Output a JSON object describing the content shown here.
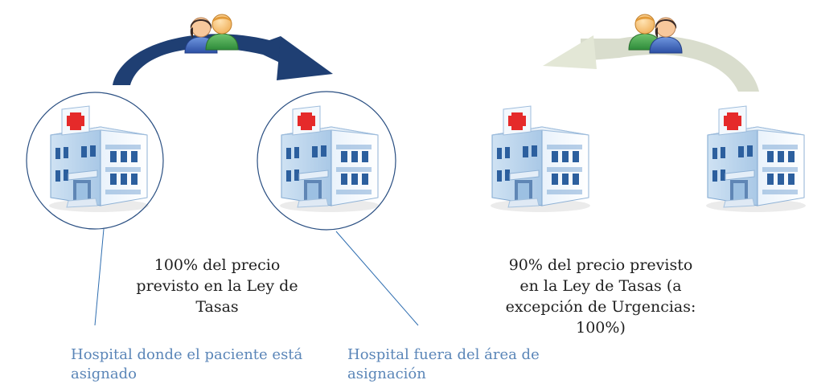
{
  "captions": {
    "left_price": "100% del precio previsto en la Ley de Tasas",
    "right_price": "90% del precio previsto en la Ley de Tasas (a excepción de Urgencias: 100%)"
  },
  "labels": {
    "assigned_hospital": "Hospital donde el paciente está asignado",
    "outside_hospital": "Hospital fuera del área de asignación"
  },
  "colors": {
    "arrow_left": "#1f3f73",
    "arrow_right": "#d5d9c8",
    "circle": "#2a4f82",
    "label_blue": "#5b86b8",
    "leader_line": "#2f6eb0"
  },
  "icons": {
    "hospital": "hospital-building-icon",
    "people": "patients-icon"
  }
}
